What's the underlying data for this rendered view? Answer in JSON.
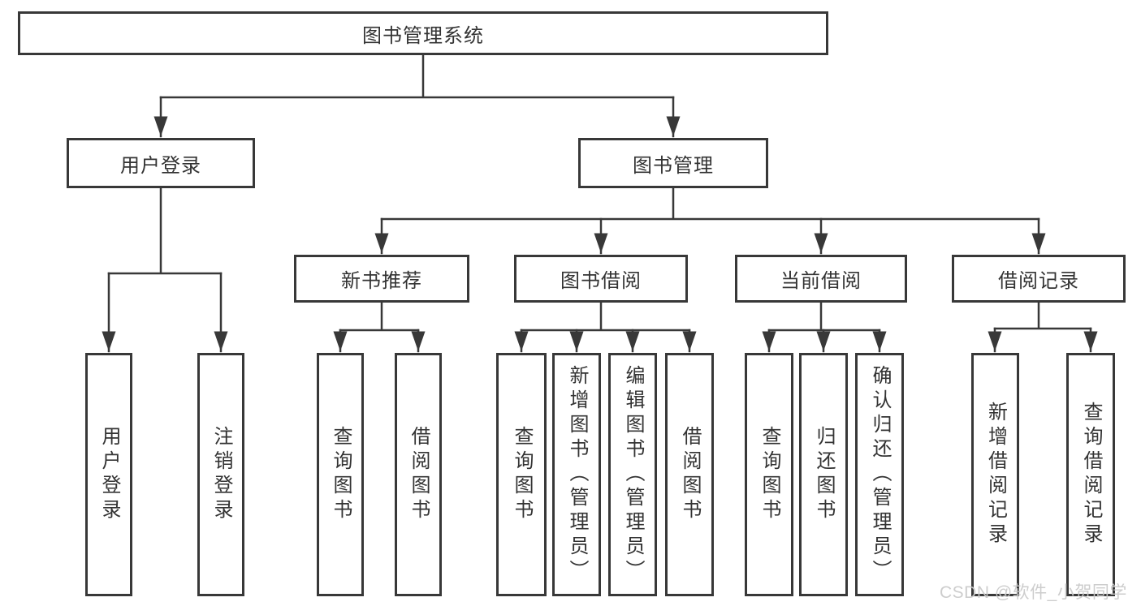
{
  "tree": {
    "root": {
      "label": "图书管理系统",
      "children": [
        {
          "label": "用户登录",
          "children": [
            {
              "label": "用户登录"
            },
            {
              "label": "注销登录"
            }
          ]
        },
        {
          "label": "图书管理",
          "children": [
            {
              "label": "新书推荐",
              "children": [
                {
                  "label": "查询图书"
                },
                {
                  "label": "借阅图书"
                }
              ]
            },
            {
              "label": "图书借阅",
              "children": [
                {
                  "label": "查询图书"
                },
                {
                  "label": "新增图书（管理员）"
                },
                {
                  "label": "编辑图书（管理员）"
                },
                {
                  "label": "借阅图书"
                }
              ]
            },
            {
              "label": "当前借阅",
              "children": [
                {
                  "label": "查询图书"
                },
                {
                  "label": "归还图书"
                },
                {
                  "label": "确认归还（管理员）"
                }
              ]
            },
            {
              "label": "借阅记录",
              "children": [
                {
                  "label": "新增借阅记录"
                },
                {
                  "label": "查询借阅记录"
                }
              ]
            }
          ]
        }
      ]
    }
  },
  "watermark": {
    "text": "CSDN @软件_小贺同学"
  },
  "colors": {
    "line": "#383838",
    "box_border": "#383838",
    "text": "#333333",
    "background": "#ffffff",
    "watermark": "#c9c9c9"
  }
}
